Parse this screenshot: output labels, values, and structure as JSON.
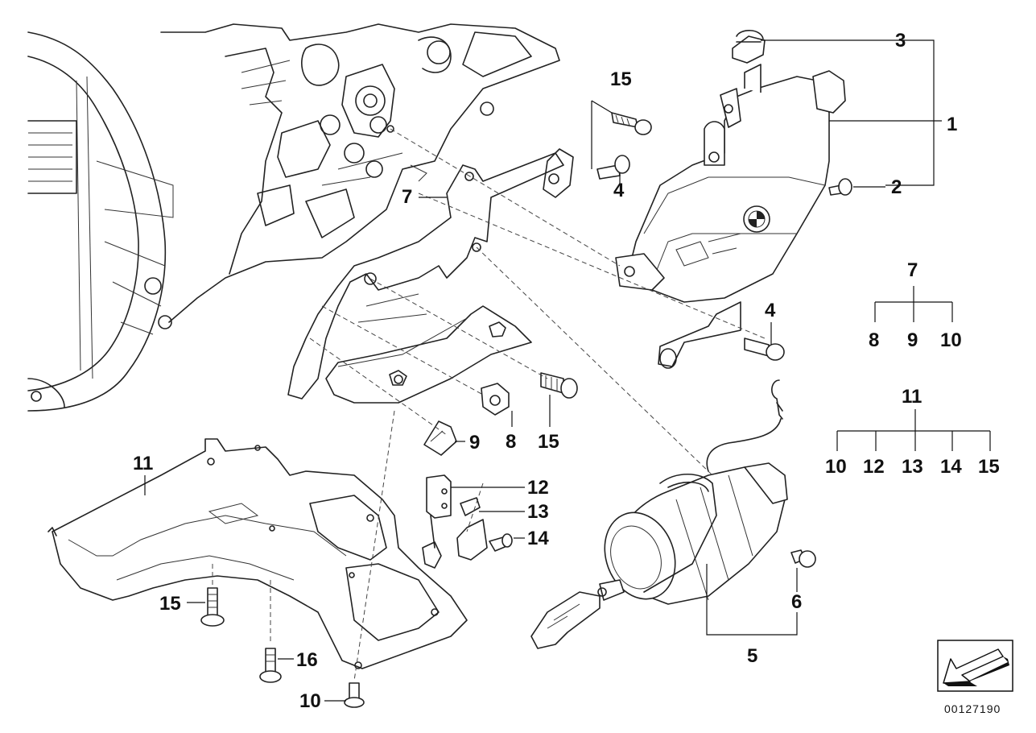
{
  "callouts": {
    "c1": "1",
    "c2": "2",
    "c3": "3",
    "c4a": "4",
    "c4b": "4",
    "c5": "5",
    "c6": "6",
    "c7a": "7",
    "c7b": "7",
    "c8a": "8",
    "c8b": "8",
    "c9a": "9",
    "c9b": "9",
    "c10a": "10",
    "c10b": "10",
    "c10c": "10",
    "c11a": "11",
    "c11b": "11",
    "c12a": "12",
    "c12b": "12",
    "c13a": "13",
    "c13b": "13",
    "c14a": "14",
    "c14b": "14",
    "c15a": "15",
    "c15b": "15",
    "c15c": "15",
    "c15d": "15",
    "c16": "16"
  },
  "diagram_number": "00127190",
  "icons": {
    "nav": "arrow-southwest-icon",
    "logo": "bmw-roundel-icon"
  },
  "colors": {
    "line": "#222222",
    "background": "#ffffff"
  }
}
